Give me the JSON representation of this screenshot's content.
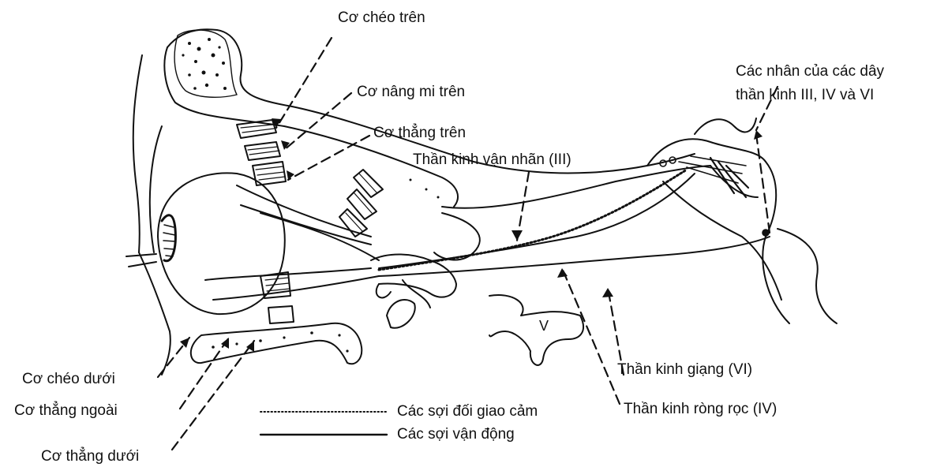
{
  "labels": {
    "superior_oblique": "Cơ chéo trên",
    "levator_palpebrae": "Cơ nâng mi trên",
    "superior_rectus": "Cơ thẳng trên",
    "oculomotor_nerve": "Thần kinh vận nhãn (III)",
    "nuclei_line1": "Các nhân của các dây",
    "nuclei_line2": "thần kinh III, IV và VI",
    "inferior_oblique": "Cơ chéo dưới",
    "lateral_rectus": "Cơ thẳng ngoài",
    "inferior_rectus": "Cơ thẳng dưới",
    "abducens_nerve": "Thần kinh giạng (VI)",
    "trochlear_nerve": "Thần kinh ròng rọc (IV)",
    "trigeminal_mark": "V"
  },
  "legend": {
    "dotted_label": "Các sợi đối giao cảm",
    "solid_label": "Các sợi vận động"
  },
  "colors": {
    "ink": "#111111",
    "background": "#ffffff"
  }
}
